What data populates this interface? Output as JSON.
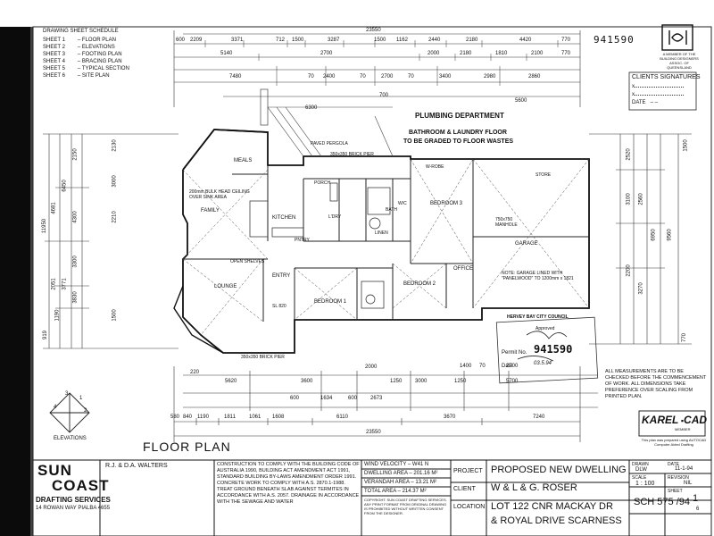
{
  "sheet_schedule": {
    "title": "DRAWING SHEET SCHEDULE",
    "sheets": [
      {
        "num": "SHEET 1",
        "name": "FLOOR PLAN"
      },
      {
        "num": "SHEET 2",
        "name": "ELEVATIONS"
      },
      {
        "num": "SHEET 3",
        "name": "FOOTING PLAN"
      },
      {
        "num": "SHEET 4",
        "name": "BRACING PLAN"
      },
      {
        "num": "SHEET 5",
        "name": "TYPICAL SECTION"
      },
      {
        "num": "SHEET 6",
        "name": "SITE PLAN"
      }
    ]
  },
  "top_dims": {
    "overall": "23550",
    "row1": [
      "600",
      "2209",
      "3371",
      "712",
      "1500",
      "3287",
      "1500",
      "1162",
      "2440",
      "2180",
      "4420",
      "770"
    ],
    "row2": [
      "5140",
      "2700",
      "2000",
      "2180",
      "1810",
      "2100",
      "770"
    ],
    "row3": [
      "7480",
      "70",
      "2400",
      "70",
      "2700",
      "70",
      "3400",
      "2980",
      "2860"
    ],
    "row4": [
      "6300",
      "700",
      "5600"
    ]
  },
  "drawing_number": "941590",
  "logo_caption": "A MEMBER OF THE BUILDING DESIGNERS ASSOC. OF QUEENSLAND",
  "signatures": {
    "title": "CLIENTS SIGNATURES",
    "x1": "x",
    "x2": "x",
    "date": "DATE",
    "dash": "– –"
  },
  "plumbing": {
    "dept": "PLUMBING DEPARTMENT",
    "line1": "BATHROOM & LAUNDRY FLOOR",
    "line2": "TO BE GRADED TO FLOOR WASTES"
  },
  "rooms": {
    "meals": "MEALS",
    "family": "FAMILY",
    "kitchen": "KITCHEN",
    "lounge": "LOUNGE",
    "entry": "ENTRY",
    "bed1": "BEDROOM 1",
    "bed2": "BEDROOM 2",
    "bed3": "BEDROOM 3",
    "office": "OFFICE",
    "garage": "GARAGE",
    "ldry": "L'DRY",
    "bath": "BATH",
    "wc": "W/C",
    "linen": "LINEN",
    "wrobe": "W-ROBE",
    "store": "STORE",
    "porch": "PORCH",
    "paved_pergola": "PAVED PERGOLA",
    "pantry": "PNTRY",
    "open_shelves": "OPEN SHELVES"
  },
  "notes_in_plan": {
    "bulkhead": "200mm BULK HEAD CEILING OVER SINK AREA",
    "garage_note": "NOTE: GARAGE LINED WITH \"PANELWOOD\" TO 1200mm x 1821",
    "brick_pier": "350x350 BRICK PIER",
    "brick_pier2": "350x350 BRICK PIER",
    "slope": "SL 820",
    "door_size": "750x750 MANHOLE"
  },
  "council": {
    "stamp": "HERVEY BAY CITY COUNCIL",
    "approved": "Approved",
    "permit": "Permit No.",
    "permit_no": "941590",
    "date": "Date",
    "date_val": "03.5.94"
  },
  "measurement_note": "ALL MEASUREMENTS ARE TO BE CHECKED BEFORE THE COMMENCEMENT OF WORK. ALL DIMENSIONS TAKE PREFERENCE OVER SCALING FROM PRINTED PLAN.",
  "bottom_dims": {
    "row1": [
      "220",
      "5620",
      "3600",
      "2000",
      "1250",
      "3000",
      "1250",
      "5700"
    ],
    "row2": [
      "600",
      "1634",
      "600",
      "2673",
      "1400",
      "70",
      "2700"
    ],
    "row3": [
      "580",
      "840",
      "1190",
      "1811",
      "1061",
      "1608",
      "6110",
      "3670",
      "7240"
    ],
    "overall": "23550"
  },
  "left_dims": [
    "11950",
    "4681",
    "6450",
    "2051",
    "3771",
    "3830",
    "919",
    "1190",
    "3300",
    "4300",
    "2150",
    "1500",
    "2210",
    "3000",
    "2130"
  ],
  "right_dims": [
    "1500",
    "2520",
    "3100",
    "2560",
    "6950",
    "9560",
    "2200",
    "3270",
    "770"
  ],
  "elevations": {
    "label": "ELEVATIONS",
    "n1": "1",
    "n2": "2",
    "n3": "3",
    "n4": "4"
  },
  "floor_plan_title": "FLOOR PLAN",
  "karel": {
    "name": "KAREL",
    "cad": "CAD",
    "sub": "This plan was prepared using AUTOCAD Computer Aided Drafting",
    "member": "MEMBER"
  },
  "titleblock": {
    "drafter_name1": "SUN",
    "drafter_name2": "COAST",
    "drafter_services": "DRAFTING SERVICES",
    "drafter_address": "14 ROWAN WAY PIALBA 4655",
    "draftsman": "R.J. & D.A. WALTERS",
    "construction_note": "CONSTRUCTION TO COMPLY WITH THE BUILDING CODE OF AUSTRALIA 1990, BUILDING ACT AMENDMENT ACT 1991, STANDARD BUILDING BY-LAWS AMENDMENT ORDER 1991. CONCRETE WORK TO COMPLY WITH A.S. 2870.1-1988. TREAT GROUND BENEATH SLAB AGAINST TERMITES IN ACCORDANCE WITH A.S. 2057. DRAINAGE IN ACCORDANCE WITH THE SEWAGE AND WATER",
    "wind_label": "WIND VELOCITY",
    "wind_val": "W41 N",
    "dwelling_label": "DWELLING AREA",
    "dwelling_val": "201.16 M²",
    "verandah_label": "VERANDAH AREA",
    "verandah_val": "13.21 M²",
    "total_label": "TOTAL AREA",
    "total_val": "214.37 M²",
    "copyright": "COPYRIGHT. SUN COAST DRAFTING SERVICES. ANY PRINT FORMAT FROM ORIGINAL DRAWING IS PROHIBITED WITHOUT WRITTEN CONSENT FROM THE DESIGNER.",
    "project_label": "PROJECT",
    "project_val": "PROPOSED NEW DWELLING",
    "client_label": "CLIENT",
    "client_val": "W & L & G. ROSER",
    "location_label": "LOCATION",
    "location_val": "LOT 122 CNR MACKAY DR",
    "location_val2": "& ROYAL DRIVE SCARNESS",
    "drawn_label": "DRAWN",
    "drawn_val": "DLW",
    "date_label": "DATE",
    "date_val": "11-1-94",
    "scale_label": "SCALE",
    "scale_val": "1 : 100",
    "sheet_label": "SHEET",
    "sheet_val": "1",
    "revision_label": "REVISION",
    "revision_val": "NIL",
    "job_no": "SCH 575",
    "job_year": "/94",
    "of_val": "6"
  }
}
